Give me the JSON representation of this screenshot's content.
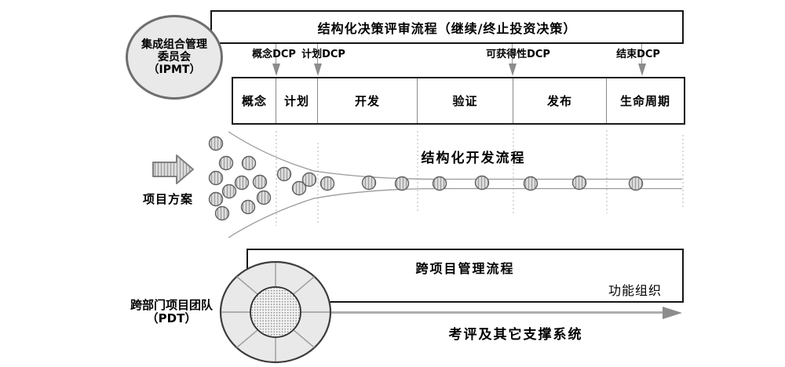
{
  "header": {
    "committee": {
      "line1": "集成组合管理",
      "line2": "委员会",
      "line3": "（IPMT）"
    },
    "review_title": "结构化决策评审流程（继续/终止投资决策）",
    "dcp_labels": [
      "概念DCP",
      "计划DCP",
      "可获得性DCP",
      "结束DCP"
    ],
    "phases": [
      "概念",
      "计划",
      "开发",
      "验证",
      "发布",
      "生命周期"
    ]
  },
  "middle": {
    "dev_process_title": "结构化开发流程",
    "input_label": "项目方案"
  },
  "bottom": {
    "pdt": {
      "line1": "跨部门项目团队",
      "line2": "（PDT）"
    },
    "cross_project_title": "跨项目管理流程",
    "functional_org": "功能组织",
    "support_label": "考评及其它支撑系统"
  },
  "colors": {
    "box_border": "#141414",
    "light_fill": "#e9e9e9",
    "line_gray": "#9a9a9a",
    "arrow_gray": "#8c8c8c"
  }
}
